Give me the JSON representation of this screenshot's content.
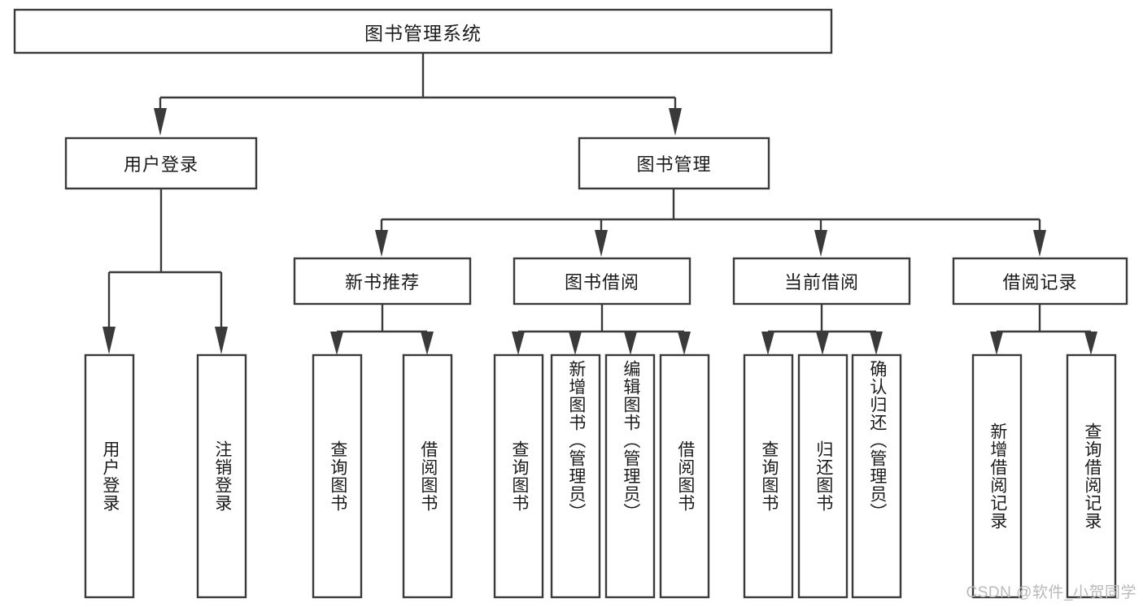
{
  "diagram": {
    "type": "tree",
    "title": "图书管理系统",
    "watermark": "CSDN @软件_小贺同学",
    "nodes": {
      "root": {
        "label": "图书管理系统"
      },
      "level2": [
        {
          "id": "user-login",
          "label": "用户登录"
        },
        {
          "id": "book-management",
          "label": "图书管理"
        }
      ],
      "level3": [
        {
          "id": "new-book-recommend",
          "label": "新书推荐",
          "parent": "book-management"
        },
        {
          "id": "book-borrow",
          "label": "图书借阅",
          "parent": "book-management"
        },
        {
          "id": "current-borrow",
          "label": "当前借阅",
          "parent": "book-management"
        },
        {
          "id": "borrow-record",
          "label": "借阅记录",
          "parent": "book-management"
        }
      ],
      "leaves": [
        {
          "id": "leaf-user-login",
          "label": "用户登录",
          "parent": "user-login"
        },
        {
          "id": "leaf-logout-login",
          "label": "注销登录",
          "parent": "user-login"
        },
        {
          "id": "leaf-query-book-1",
          "label": "查询图书",
          "parent": "new-book-recommend"
        },
        {
          "id": "leaf-borrow-book-1",
          "label": "借阅图书",
          "parent": "new-book-recommend"
        },
        {
          "id": "leaf-query-book-2",
          "label": "查询图书",
          "parent": "book-borrow"
        },
        {
          "id": "leaf-add-book",
          "label": "新增图书（管理员）",
          "parent": "book-borrow"
        },
        {
          "id": "leaf-edit-book",
          "label": "编辑图书（管理员）",
          "parent": "book-borrow"
        },
        {
          "id": "leaf-borrow-book-2",
          "label": "借阅图书",
          "parent": "book-borrow"
        },
        {
          "id": "leaf-query-book-3",
          "label": "查询图书",
          "parent": "current-borrow"
        },
        {
          "id": "leaf-return-book",
          "label": "归还图书",
          "parent": "current-borrow"
        },
        {
          "id": "leaf-confirm-return",
          "label": "确认归还（管理员）",
          "parent": "current-borrow"
        },
        {
          "id": "leaf-add-record",
          "label": "新增借阅记录",
          "parent": "borrow-record"
        },
        {
          "id": "leaf-query-record",
          "label": "查询借阅记录",
          "parent": "borrow-record"
        }
      ]
    },
    "colors": {
      "stroke": "#3a3a3a",
      "fill": "#ffffff",
      "text": "#1b1b1b",
      "watermark": "#b9b9b9"
    }
  }
}
